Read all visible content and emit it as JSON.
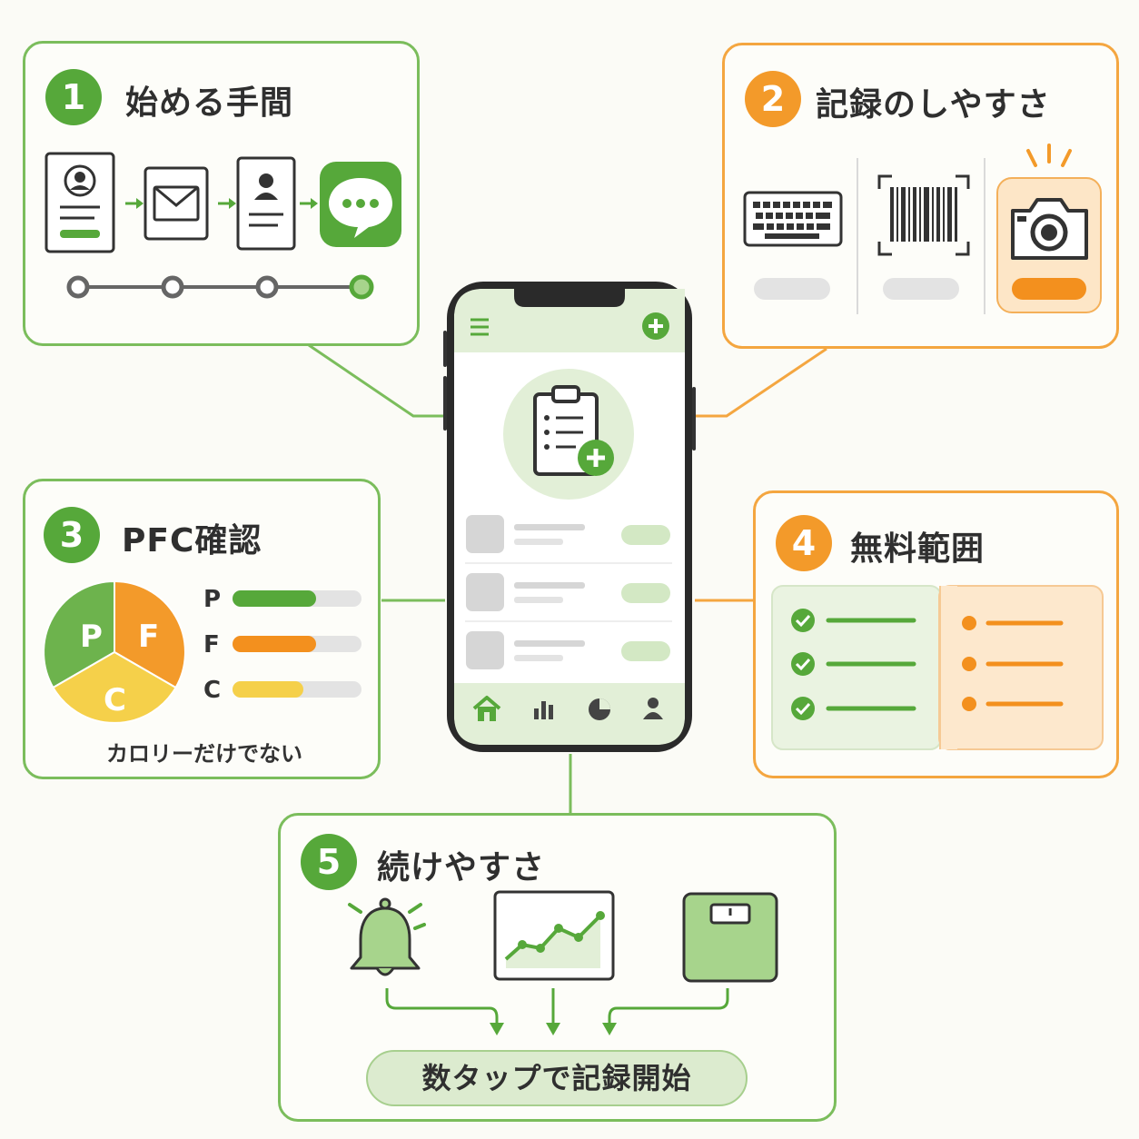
{
  "colors": {
    "green": "#56a83a",
    "light_green": "#dcebcf",
    "orange": "#f39a2a",
    "yellow": "#f5d04a",
    "dark": "#333333"
  },
  "panel1": {
    "number": "1",
    "title": "始める手間"
  },
  "panel2": {
    "number": "2",
    "title": "記録のしやすさ"
  },
  "panel3": {
    "number": "3",
    "title": "PFC確認",
    "pie": {
      "p": "P",
      "f": "F",
      "c": "C"
    },
    "bars": [
      {
        "label": "P",
        "value": 0.65
      },
      {
        "label": "F",
        "value": 0.65
      },
      {
        "label": "C",
        "value": 0.55
      }
    ],
    "caption": "カロリーだけでない"
  },
  "panel4": {
    "number": "4",
    "title": "無料範囲"
  },
  "panel5": {
    "number": "5",
    "title": "続けやすさ",
    "pill": "数タップで記録開始"
  },
  "icons": [
    "profile-card-icon",
    "mail-icon",
    "user-card-icon",
    "chat-icon",
    "keyboard-icon",
    "barcode-icon",
    "camera-icon",
    "bell-icon",
    "trend-chart-icon",
    "scale-icon",
    "clipboard-add-icon",
    "home-icon",
    "bar-chart-icon",
    "pie-chart-icon",
    "user-icon",
    "menu-icon",
    "plus-icon"
  ]
}
